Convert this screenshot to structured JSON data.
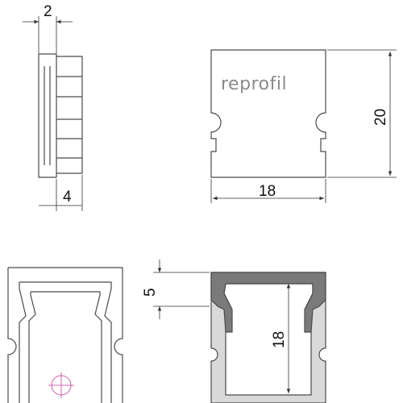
{
  "brand": {
    "logo_text": "reprofil"
  },
  "side_view": {
    "width_top": "2",
    "depth_bottom": "4"
  },
  "front_view": {
    "width": "18",
    "height": "20"
  },
  "section_view": {
    "lip_height": "5",
    "profile_height": "18"
  },
  "colors": {
    "line": "#4a4a4a",
    "profile_fill": "#d9d9d9",
    "cap_fill": "#7a7a7a",
    "marker": "#c0389a"
  }
}
